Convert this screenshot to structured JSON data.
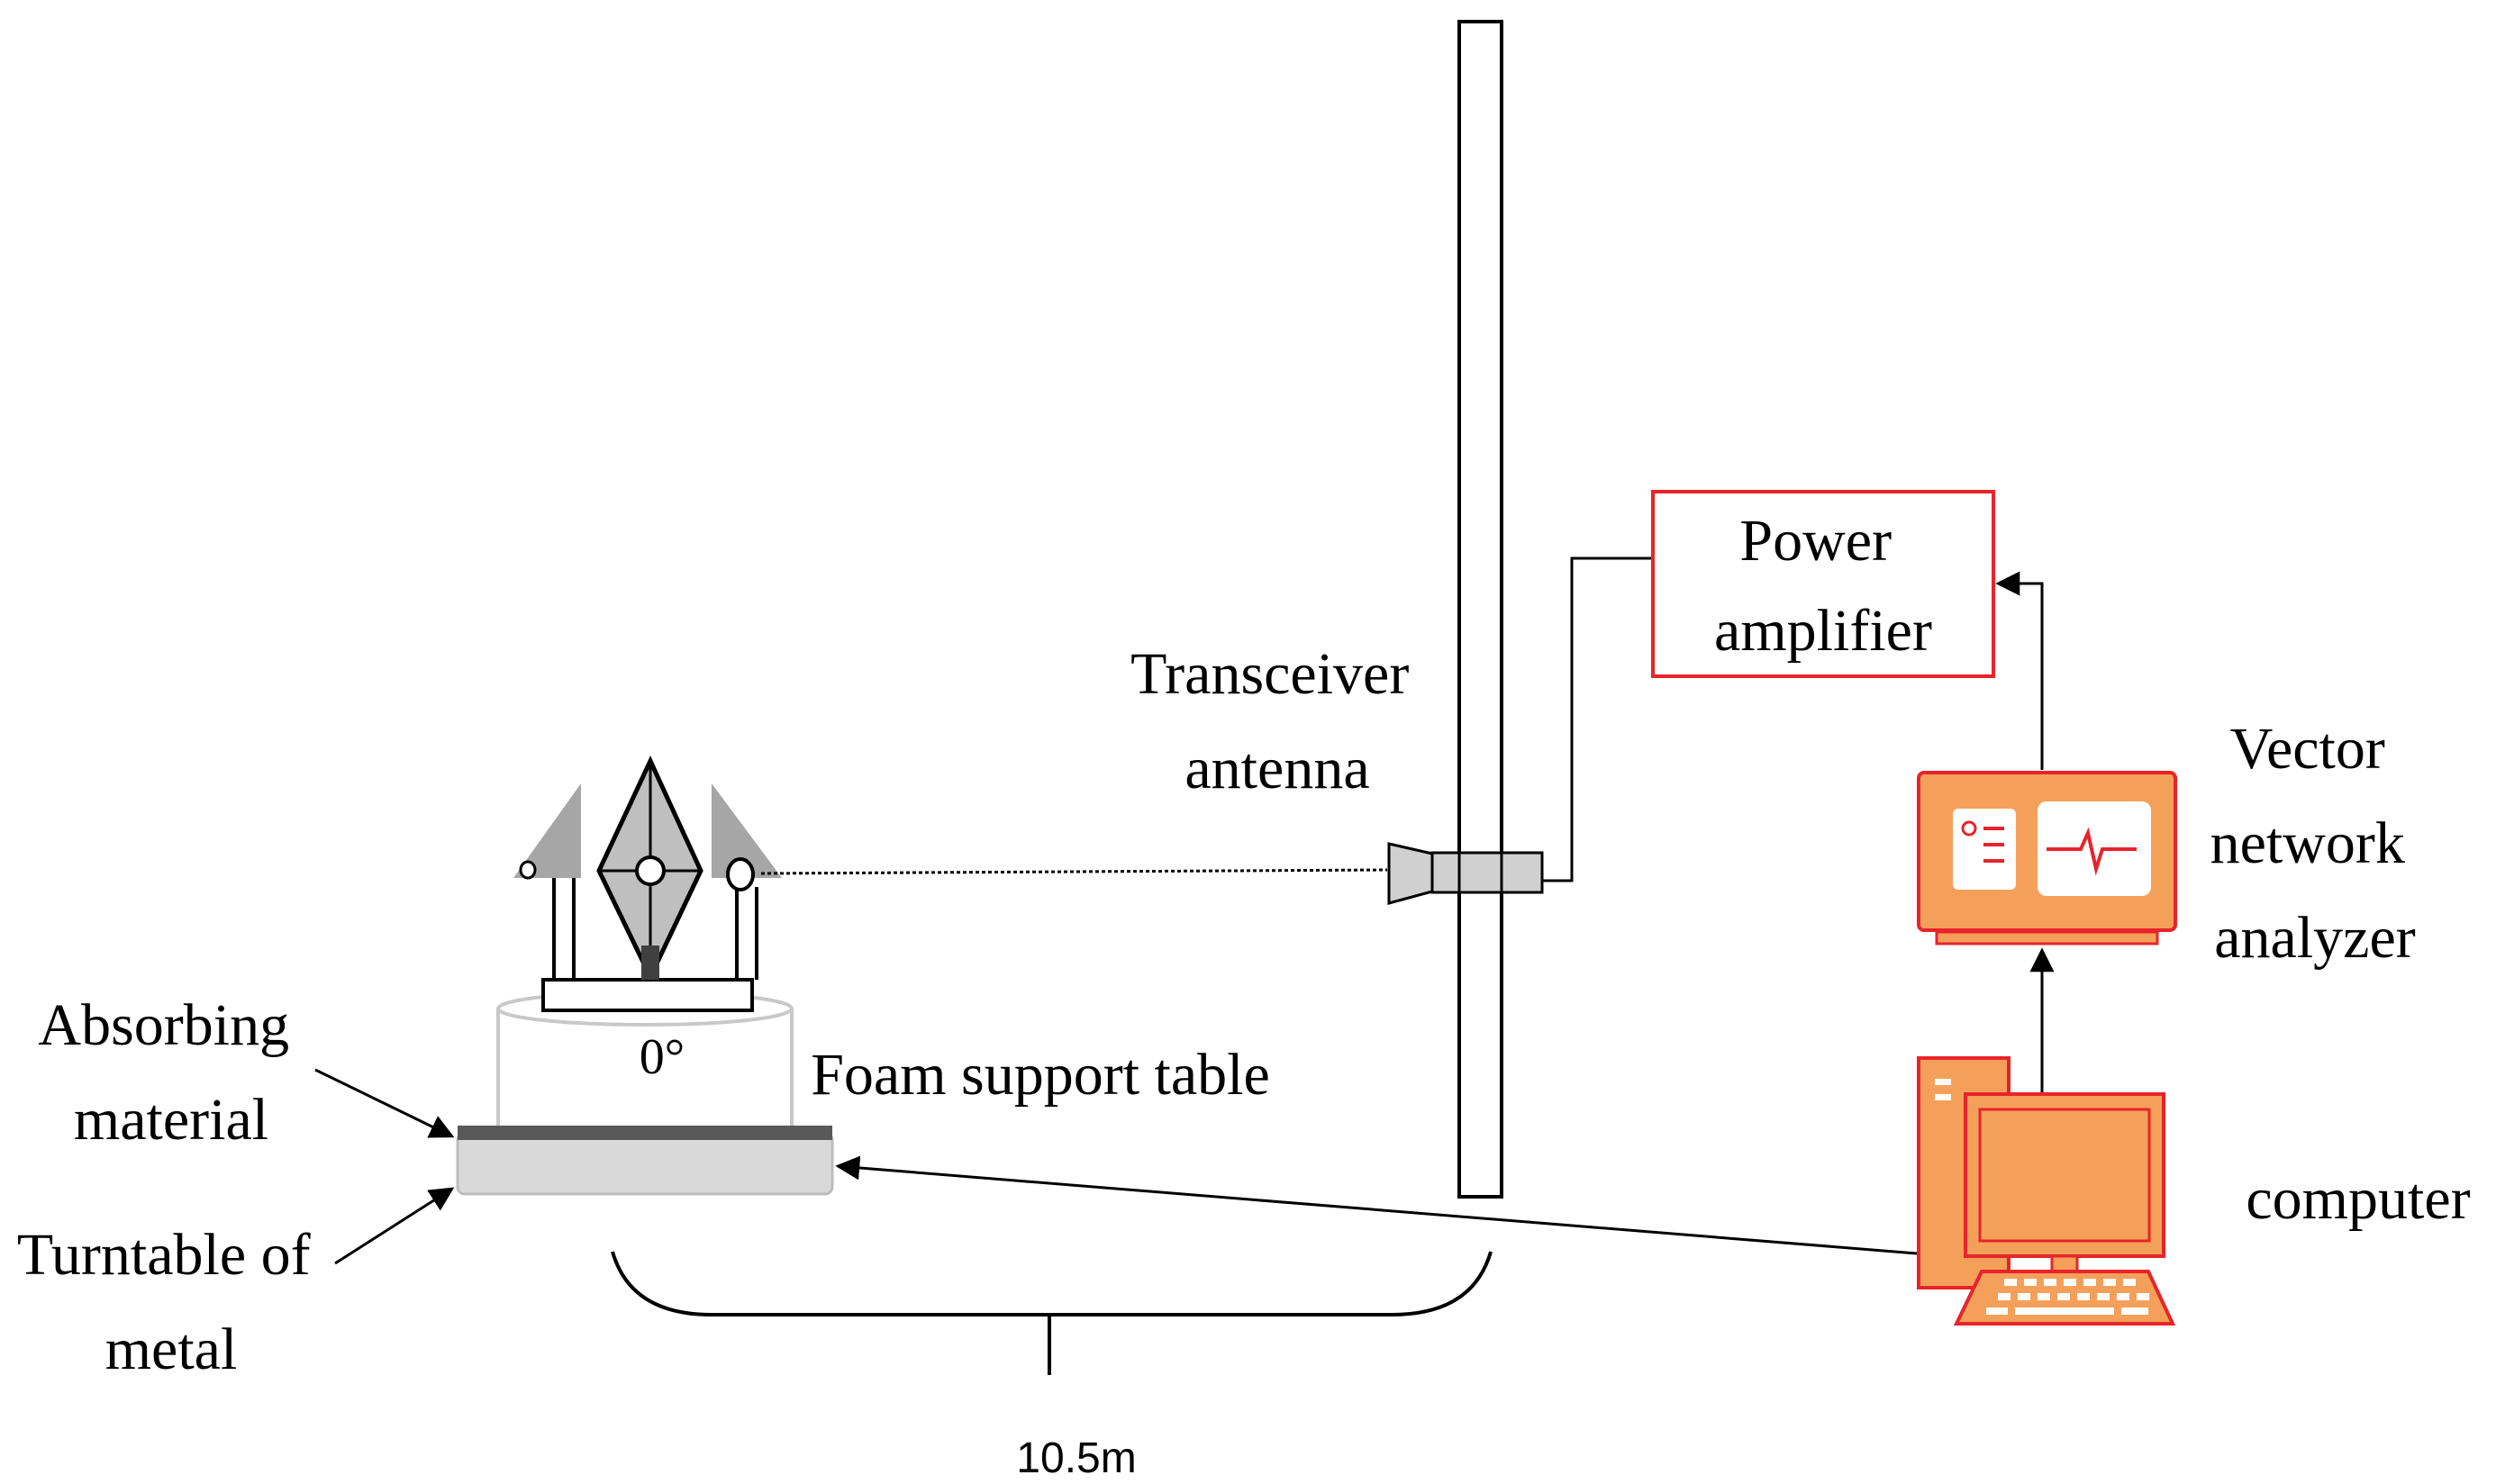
{
  "labels": {
    "absorbing_material": [
      "Absorbing",
      "material"
    ],
    "turntable": [
      "Turntable of",
      "metal"
    ],
    "angle": "0°",
    "foam_table": "Foam support table",
    "transceiver": [
      "Transceiver",
      "antenna"
    ],
    "power_amplifier": [
      "Power",
      "amplifier"
    ],
    "vna": [
      "Vector",
      "network",
      "analyzer"
    ],
    "computer": "computer",
    "distance": "10.5m"
  },
  "icons": {
    "vna": "vector-network-analyzer-icon",
    "computer": "desktop-computer-icon",
    "antenna": "horn-antenna-icon",
    "target": "scattering-target-icon"
  },
  "colors": {
    "accent_red": "#e8242a",
    "device_orange": "#f5a05a",
    "foam_outline": "#c8c8c8",
    "turntable_fill": "#d9d9d9",
    "absorber_fill": "#595959",
    "target_gray": "#a6a6a6",
    "antenna_gray": "#d0d0d0"
  }
}
